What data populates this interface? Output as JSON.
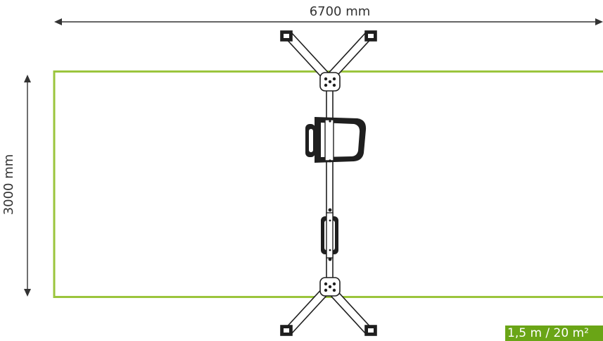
{
  "dimensions": {
    "width_label": "6700 mm",
    "height_label": "3000 mm"
  },
  "badge": {
    "text": "1,5 m / 20 m²"
  },
  "colors": {
    "safety_area": "#9bc53d",
    "badge": "#6aa516",
    "equipment": "#1f1f1f",
    "dimension_line": "#333333"
  },
  "icons": {
    "equipment": "swing-frame-top-view",
    "seat_large": "basket-seat-icon",
    "seat_flat": "flat-seat-icon"
  }
}
